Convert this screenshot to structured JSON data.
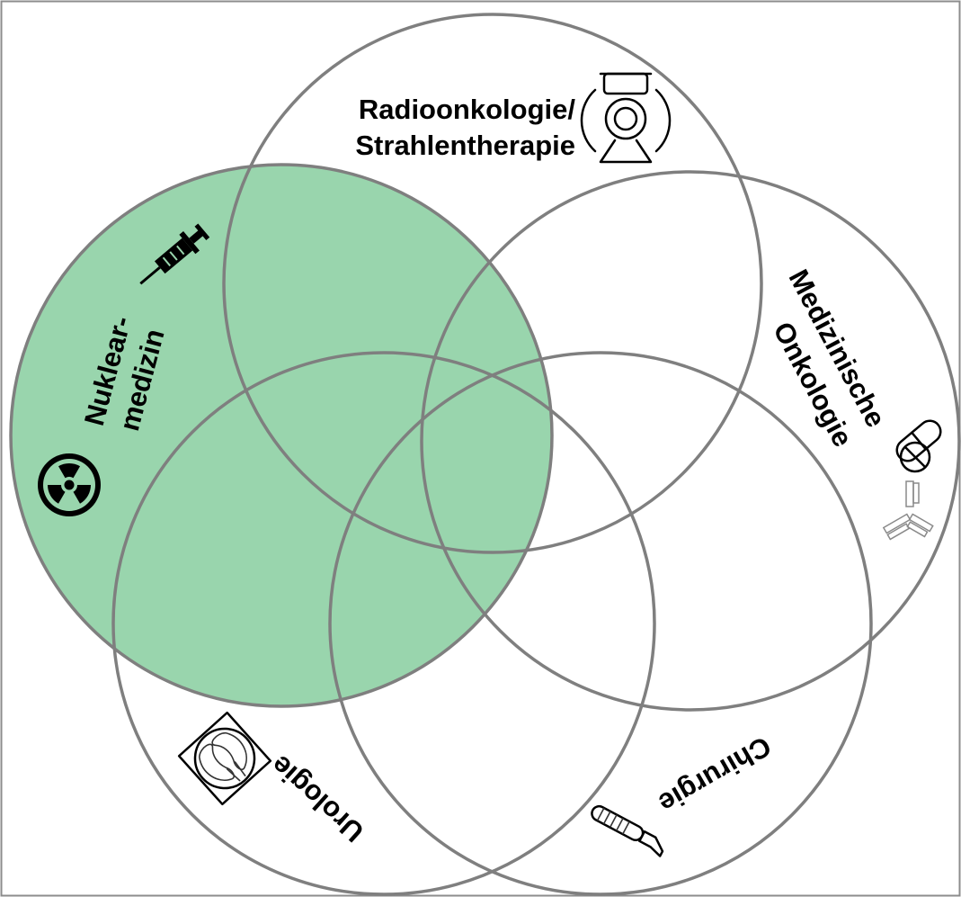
{
  "diagram": {
    "type": "venn",
    "highlight_color": "#99d5ad",
    "outline_color": "#7f7f7f",
    "circles": [
      {
        "id": "radiooncology",
        "line1": "Radioonkologie/",
        "line2": "Strahlentherapie",
        "icon": "radiotherapy-machine-icon",
        "highlighted": false
      },
      {
        "id": "nuclear",
        "line1": "Nuklear-",
        "line2": "medizin",
        "icon": "radiation-icon",
        "icon2": "syringe-icon",
        "highlighted": true
      },
      {
        "id": "medical-oncology",
        "line1": "Medizinische",
        "line2": "Onkologie",
        "icon": "pill-icon",
        "icon2": "antibody-icon",
        "highlighted": false
      },
      {
        "id": "urology",
        "line1": "Urologie",
        "icon": "kidney-icon",
        "highlighted": false
      },
      {
        "id": "surgery",
        "line1": "Chirurgie",
        "icon": "scalpel-icon",
        "highlighted": false
      }
    ]
  }
}
